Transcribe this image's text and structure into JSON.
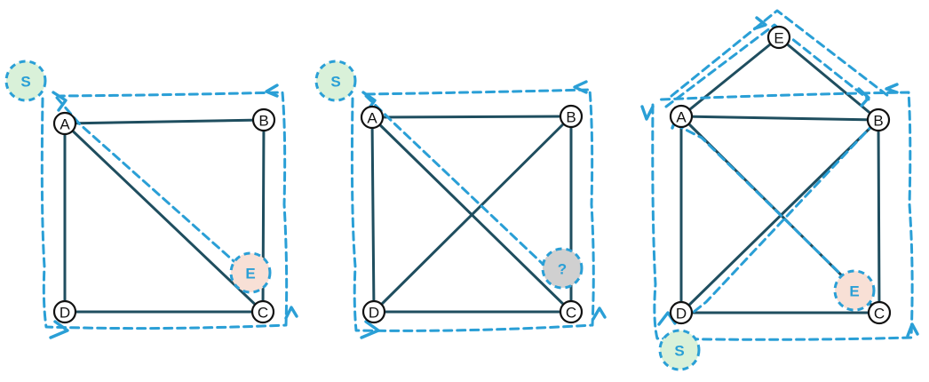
{
  "colors": {
    "edge": "#1f4e5f",
    "path": "#2a9fd6",
    "start_fill": "#d9f1d9",
    "end_fill": "#f8e0d6",
    "unknown_fill": "#d0d0d0"
  },
  "diagrams": [
    {
      "id": "panel-1",
      "nodes": [
        {
          "id": "A",
          "label": "A"
        },
        {
          "id": "B",
          "label": "B"
        },
        {
          "id": "C",
          "label": "C"
        },
        {
          "id": "D",
          "label": "D"
        }
      ],
      "edges": [
        [
          "A",
          "B"
        ],
        [
          "B",
          "C"
        ],
        [
          "C",
          "D"
        ],
        [
          "D",
          "A"
        ],
        [
          "A",
          "C"
        ]
      ],
      "markers": [
        {
          "kind": "start",
          "label": "S"
        },
        {
          "kind": "end",
          "label": "E"
        }
      ]
    },
    {
      "id": "panel-2",
      "nodes": [
        {
          "id": "A",
          "label": "A"
        },
        {
          "id": "B",
          "label": "B"
        },
        {
          "id": "C",
          "label": "C"
        },
        {
          "id": "D",
          "label": "D"
        }
      ],
      "edges": [
        [
          "A",
          "B"
        ],
        [
          "B",
          "C"
        ],
        [
          "C",
          "D"
        ],
        [
          "D",
          "A"
        ],
        [
          "A",
          "C"
        ],
        [
          "B",
          "D"
        ]
      ],
      "markers": [
        {
          "kind": "start",
          "label": "S"
        },
        {
          "kind": "unknown",
          "label": "?"
        }
      ]
    },
    {
      "id": "panel-3",
      "nodes": [
        {
          "id": "A",
          "label": "A"
        },
        {
          "id": "B",
          "label": "B"
        },
        {
          "id": "C",
          "label": "C"
        },
        {
          "id": "D",
          "label": "D"
        },
        {
          "id": "E",
          "label": "E"
        }
      ],
      "edges": [
        [
          "A",
          "B"
        ],
        [
          "B",
          "C"
        ],
        [
          "C",
          "D"
        ],
        [
          "D",
          "A"
        ],
        [
          "A",
          "C"
        ],
        [
          "B",
          "D"
        ],
        [
          "A",
          "E"
        ],
        [
          "E",
          "B"
        ]
      ],
      "markers": [
        {
          "kind": "start",
          "label": "S"
        },
        {
          "kind": "end",
          "label": "E"
        }
      ]
    }
  ]
}
